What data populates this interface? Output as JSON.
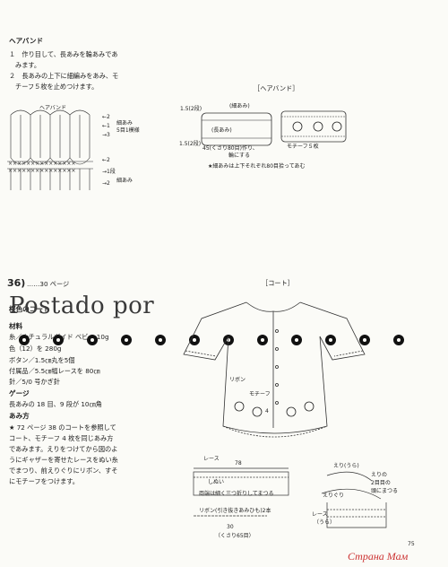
{
  "headband": {
    "title": "ヘアバンド",
    "step1": "１　作り目して、長あみを輪あみであ",
    "step1b": "みます。",
    "step2": "２　長あみの上下に細編みをあみ、モ",
    "step2b": "チーフ５枚を止めつけます。",
    "chart_label": "ヘアバンド",
    "rows": [
      "←2",
      "←1",
      "→3",
      "←2",
      "→1段",
      "→2"
    ],
    "notes": [
      "細あみ",
      "5目1模様",
      "細あみ"
    ],
    "diagram_title": "［ヘアバンド］",
    "d_labels": [
      "1.5(2段)",
      "(細あみ)",
      "(長あみ)",
      "1.5(2段)",
      "45(くさり80目)作り、",
      "輪にする",
      "モチーフ５枚",
      "★細あみは上下それぞれ80目拾ってあむ"
    ]
  },
  "coat": {
    "section_num": "36)",
    "page_ref": "……30 ページ",
    "watermark": "Postado por",
    "title": "桜色のコート",
    "material_head": "材料",
    "mat1": "糸／ナチュラルガイド ベビー 10g",
    "mat2": "色（12）を 280g",
    "mat3": "ボタン／1.5㎝丸を5個",
    "mat4": "付属品／5.5㎝幅レースを 80㎝",
    "mat5": "針／5/0 号かぎ針",
    "gauge_head": "ゲージ",
    "gauge": "長あみの 18 目、9 段が 10㎝角",
    "how_head": "あみ方",
    "how1": "★ 72 ページ 38 のコートを参照して",
    "how2": "コート、モチーフ 4 枚を同じあみ方",
    "how3": "であみます。えりをつけてから図のよ",
    "how4": "うにギャザーを寄せたレースをぬい糸",
    "how5": "でまつり、前えりぐりにリボン、すそ",
    "how6": "にモチーフをつけます。",
    "diagram_title": "［コート］",
    "c_labels": [
      "リボン",
      "モチーフ",
      "4"
    ],
    "lace_labels": [
      "レース",
      "78",
      "しぬい",
      "両端は細く三つ折りしてまつる"
    ],
    "ribbon_labels": [
      "リボン(引き抜きあみひも)2本",
      "30",
      "（くさり65目）"
    ],
    "collar_labels": [
      "えり(うら)",
      "えりの",
      "2目目の",
      "頭にまつる",
      "えりぐり",
      "レース",
      "（うら）"
    ]
  },
  "footer": {
    "page_number": "75",
    "brand": "Страна Мам"
  },
  "colors": {
    "flower": "#111111",
    "watermark_text": "#3a3a3a",
    "brand_red": "#c33333"
  }
}
